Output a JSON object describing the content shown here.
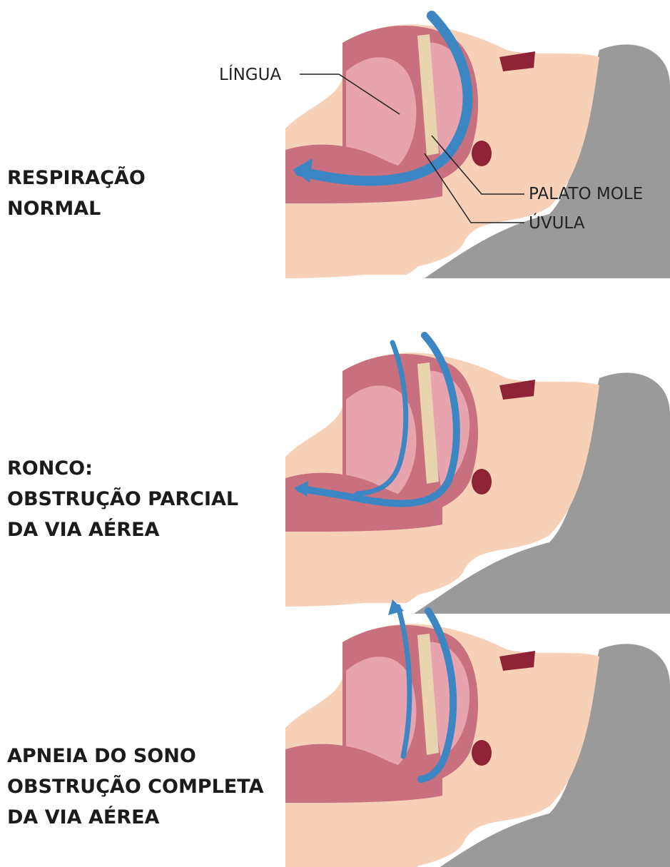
{
  "panels": [
    {
      "label": "RESPIRAÇÃO\nNORMAL",
      "airflow": "open"
    },
    {
      "label": "RONCO:\nOBSTRUÇÃO PARCIAL\nDA VIA AÉREA",
      "airflow": "partial"
    },
    {
      "label": "APNEIA DO SONO\nOBSTRUÇÃO COMPLETA\nDA VIA AÉREA",
      "airflow": "blocked"
    }
  ],
  "callouts": {
    "tongue": "LÍNGUA",
    "soft_palate": "PALATO MOLE",
    "uvula": "ÚVULA"
  },
  "colors": {
    "skin": "#f7d0b8",
    "pillow": "#9a9a9a",
    "tissue": "#c9707e",
    "tissue_light": "#e7a4ae",
    "bone": "#e8d4ae",
    "dark_red": "#8f2336",
    "airflow": "#3d86c4"
  }
}
